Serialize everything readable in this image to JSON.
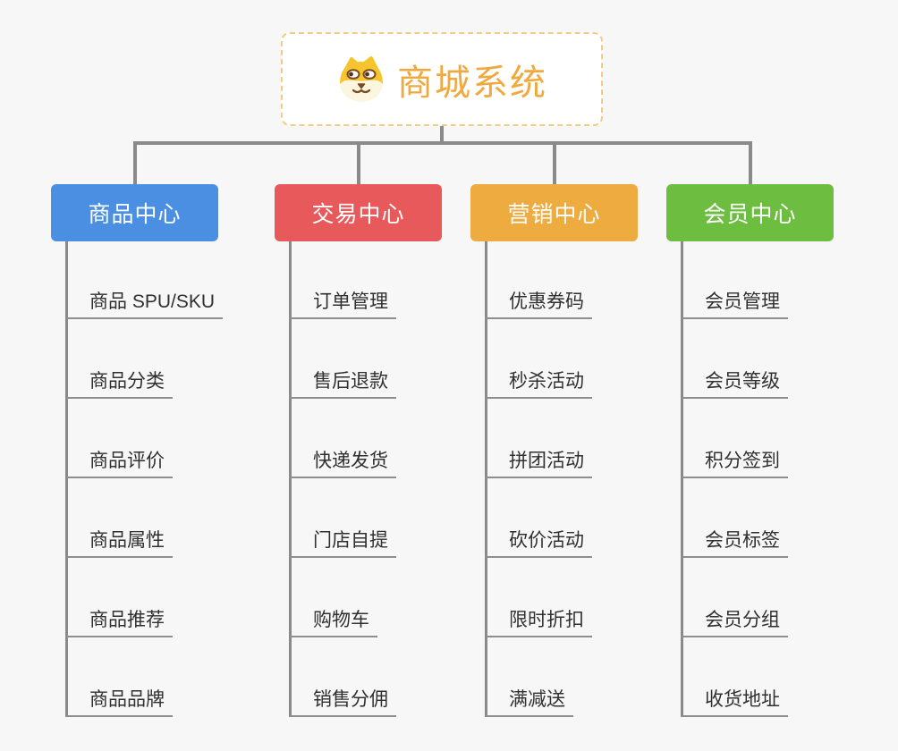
{
  "root": {
    "title": "商城系统",
    "icon": "dog-icon",
    "text_color": "#f0a93f",
    "border_color": "#f2cc85",
    "background": "#ffffff"
  },
  "canvas_background": "#f7f7f7",
  "connector_color": "#8a8a8a",
  "child_text_color": "#303030",
  "child_line_color": "#8e8e8e",
  "branches": [
    {
      "label": "商品中心",
      "color": "#4b8fe2",
      "children": [
        "商品 SPU/SKU",
        "商品分类",
        "商品评价",
        "商品属性",
        "商品推荐",
        "商品品牌"
      ]
    },
    {
      "label": "交易中心",
      "color": "#e8595b",
      "children": [
        "订单管理",
        "售后退款",
        "快递发货",
        "门店自提",
        "购物车",
        "销售分佣"
      ]
    },
    {
      "label": "营销中心",
      "color": "#eeac40",
      "children": [
        "优惠券码",
        "秒杀活动",
        "拼团活动",
        "砍价活动",
        "限时折扣",
        "满减送"
      ]
    },
    {
      "label": "会员中心",
      "color": "#6dbe40",
      "children": [
        "会员管理",
        "会员等级",
        "积分签到",
        "会员标签",
        "会员分组",
        "收货地址"
      ]
    }
  ]
}
